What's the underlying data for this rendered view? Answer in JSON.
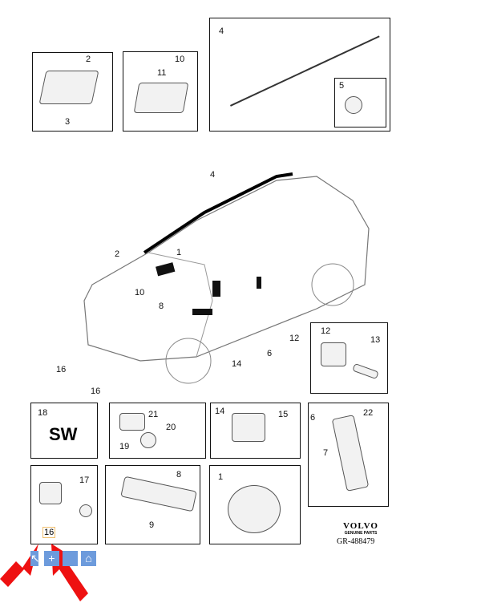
{
  "callouts": {
    "box_airbag_passenger": [
      "2",
      "3"
    ],
    "box_module": [
      "11",
      "10"
    ],
    "box_curtain": [
      "4",
      "5"
    ],
    "car": [
      "4",
      "2",
      "1",
      "10",
      "8",
      "16",
      "16",
      "6",
      "12",
      "14"
    ],
    "box_sensor": [
      "12",
      "13"
    ],
    "box_sw": {
      "num": "18",
      "text": "SW"
    },
    "box_bracket": [
      "21",
      "20",
      "19"
    ],
    "box_sensor2": [
      "14",
      "15"
    ],
    "box_side": [
      "6",
      "22",
      "7"
    ],
    "box_sensor3": [
      "17",
      "16"
    ],
    "box_knee": [
      "8",
      "9"
    ],
    "box_steering": [
      "1"
    ]
  },
  "brand": {
    "name": "VOLVO",
    "sub": "GENUINE PARTS",
    "code": "GR-488479"
  },
  "toolbar": {
    "icons": [
      "cursor-icon",
      "plus-icon",
      "blank-icon",
      "home-icon"
    ]
  },
  "colors": {
    "arrow": "#ee1111",
    "toolbar": "#6d9bdc",
    "highlight": "#f0c070"
  }
}
